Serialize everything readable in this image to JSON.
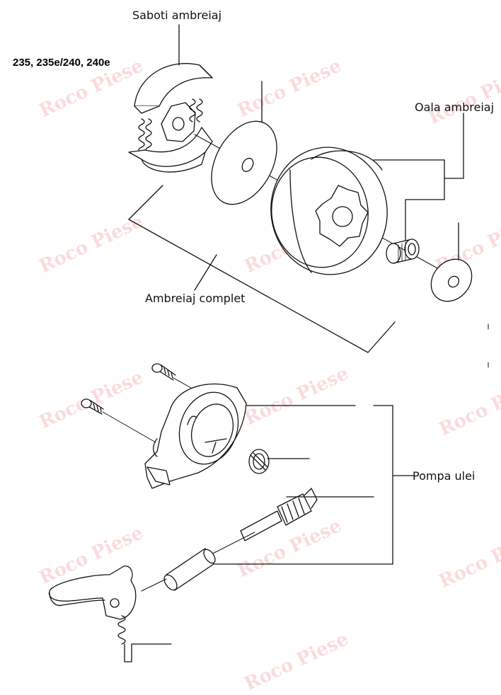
{
  "labels": {
    "models": "235, 235e/240, 240e",
    "clutch_shoes": "Saboti ambreiaj",
    "clutch_drum": "Oala ambreiaj",
    "clutch_complete": "Ambreiaj complet",
    "oil_pump": "Pompa ulei"
  },
  "watermark": {
    "text": "Roco Piese"
  },
  "colors": {
    "line": "#111111",
    "watermark": "#e85a5a"
  }
}
